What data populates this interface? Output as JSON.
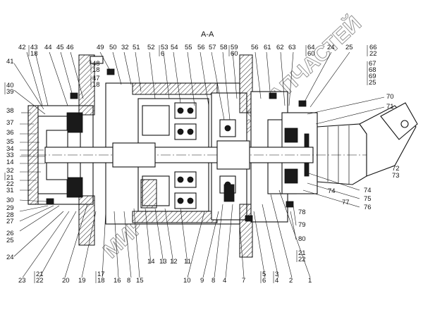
{
  "section_title": "А-А",
  "watermark": "МИРТЕХНИКИ-СПЕЦЗАПЧАСТЕЙ",
  "callouts": {
    "top": [
      "42",
      "43",
      "18",
      "44",
      "45",
      "46",
      "49",
      "50",
      "32",
      "51",
      "52",
      "53",
      "6",
      "54",
      "55",
      "56",
      "57",
      "58",
      "59",
      "60",
      "56",
      "61",
      "62",
      "63",
      "64",
      "60",
      "24",
      "25",
      "66",
      "22"
    ],
    "left": [
      "41",
      "40",
      "39",
      "38",
      "37",
      "36",
      "35",
      "34",
      "33",
      "14",
      "32",
      "21",
      "22",
      "31",
      "30",
      "29",
      "28",
      "27",
      "26",
      "25",
      "24"
    ],
    "right": [
      "67",
      "68",
      "69",
      "25",
      "70",
      "71",
      "72",
      "73",
      "74",
      "75",
      "76",
      "77",
      "74",
      "78",
      "79",
      "80",
      "21",
      "22"
    ],
    "bottom": [
      "23",
      "21",
      "22",
      "20",
      "19",
      "17",
      "18",
      "16",
      "8",
      "15",
      "14",
      "13",
      "12",
      "11",
      "10",
      "9",
      "8",
      "4",
      "7",
      "5",
      "6",
      "3",
      "4",
      "2",
      "1"
    ],
    "inner": [
      "48",
      "18",
      "47",
      "18"
    ]
  },
  "icons": [
    "hatch-pattern",
    "bearing-ball-icon",
    "bolt-icon"
  ]
}
